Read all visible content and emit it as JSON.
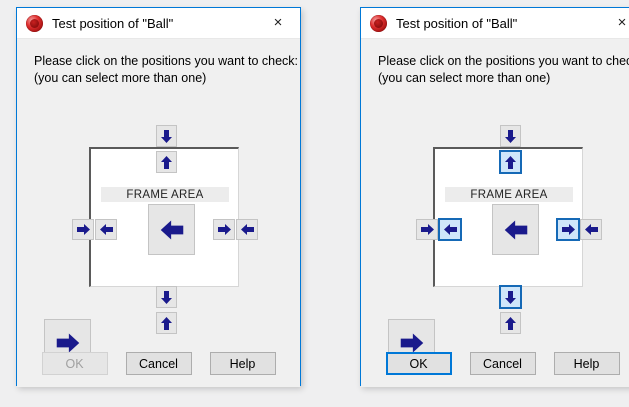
{
  "window": {
    "title": "Test position of \"Ball\"",
    "icon": "ball-app-icon",
    "close_label": "×"
  },
  "prompt": {
    "line1": "Please click on the positions you want to check:",
    "line2": "(you can select more than one)"
  },
  "frame": {
    "label": "FRAME AREA"
  },
  "colors": {
    "window_border": "#0078d7",
    "selection_border": "#1569b6",
    "selection_fill": "#cfe6fa",
    "arrow_fill": "#1a1a8c",
    "button_face": "#e6e6e6",
    "frame_bg": "#ffffff",
    "desktop_bg": "#efeff0"
  },
  "footer": {
    "ok_label": "OK",
    "cancel_label": "Cancel",
    "help_label": "Help"
  },
  "dialogs": [
    {
      "id": "left",
      "ok_enabled": false,
      "ok_default": false,
      "selected_positions": []
    },
    {
      "id": "right",
      "ok_enabled": true,
      "ok_default": true,
      "selected_positions": [
        "top-inside",
        "left-inside",
        "right-inside",
        "bottom-inside"
      ]
    }
  ],
  "arrow_buttons": [
    {
      "name": "top-outside",
      "direction": "down",
      "size": "small"
    },
    {
      "name": "top-inside",
      "direction": "up",
      "size": "small"
    },
    {
      "name": "left-outside",
      "direction": "right",
      "size": "small"
    },
    {
      "name": "left-inside",
      "direction": "left",
      "size": "small"
    },
    {
      "name": "center",
      "direction": "left",
      "size": "large"
    },
    {
      "name": "right-inside",
      "direction": "right",
      "size": "small"
    },
    {
      "name": "right-outside",
      "direction": "left",
      "size": "small"
    },
    {
      "name": "bottom-inside",
      "direction": "down",
      "size": "small"
    },
    {
      "name": "bottom-outside",
      "direction": "up",
      "size": "small"
    },
    {
      "name": "corner",
      "direction": "right",
      "size": "large"
    }
  ]
}
